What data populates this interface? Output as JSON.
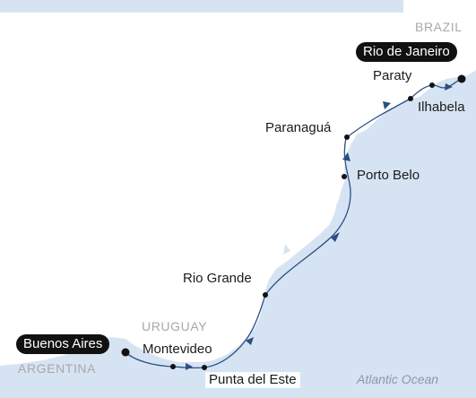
{
  "map": {
    "colors": {
      "land": "#ffffff",
      "sea": "#d6e3f3",
      "route": "#2b4f84",
      "port_dot": "#111111",
      "highlight_pill": "#111111",
      "country_label": "#a8a8a8",
      "ocean_label": "#8a99a8"
    },
    "countries": {
      "brazil": "BRAZIL",
      "uruguay": "URUGUAY",
      "argentina": "ARGENTINA"
    },
    "ocean": "Atlantic Ocean",
    "ports": {
      "rio_de_janeiro": "Rio de Janeiro",
      "paraty": "Paraty",
      "ilhabela": "Ilhabela",
      "paranagua": "Paranaguá",
      "porto_belo": "Porto Belo",
      "rio_grande": "Rio Grande",
      "montevideo": "Montevideo",
      "buenos_aires": "Buenos Aires",
      "punta_del_este": "Punta del Este"
    }
  }
}
